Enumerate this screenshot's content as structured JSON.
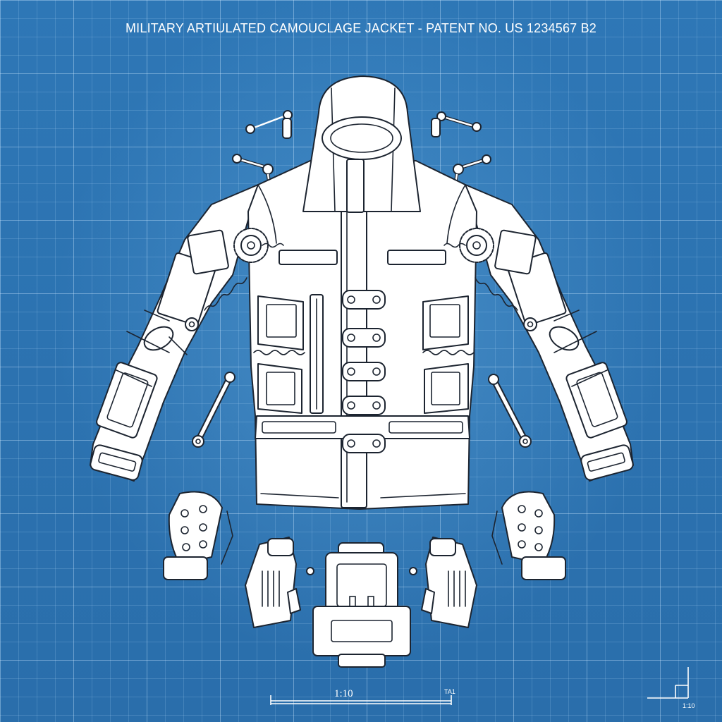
{
  "drawing": {
    "title": "MILITARY ARTIULATED CAMOUCLAGE JACKET - PATENT NO. US 1234567 B2",
    "scale_label": "1:10",
    "scale_end_label": "TA1",
    "corner_label": "1:10"
  },
  "colors": {
    "background": "#2f78b7",
    "grid": "#bfe1ff",
    "line_art": "#ffffff",
    "outline": "#1c2430"
  }
}
